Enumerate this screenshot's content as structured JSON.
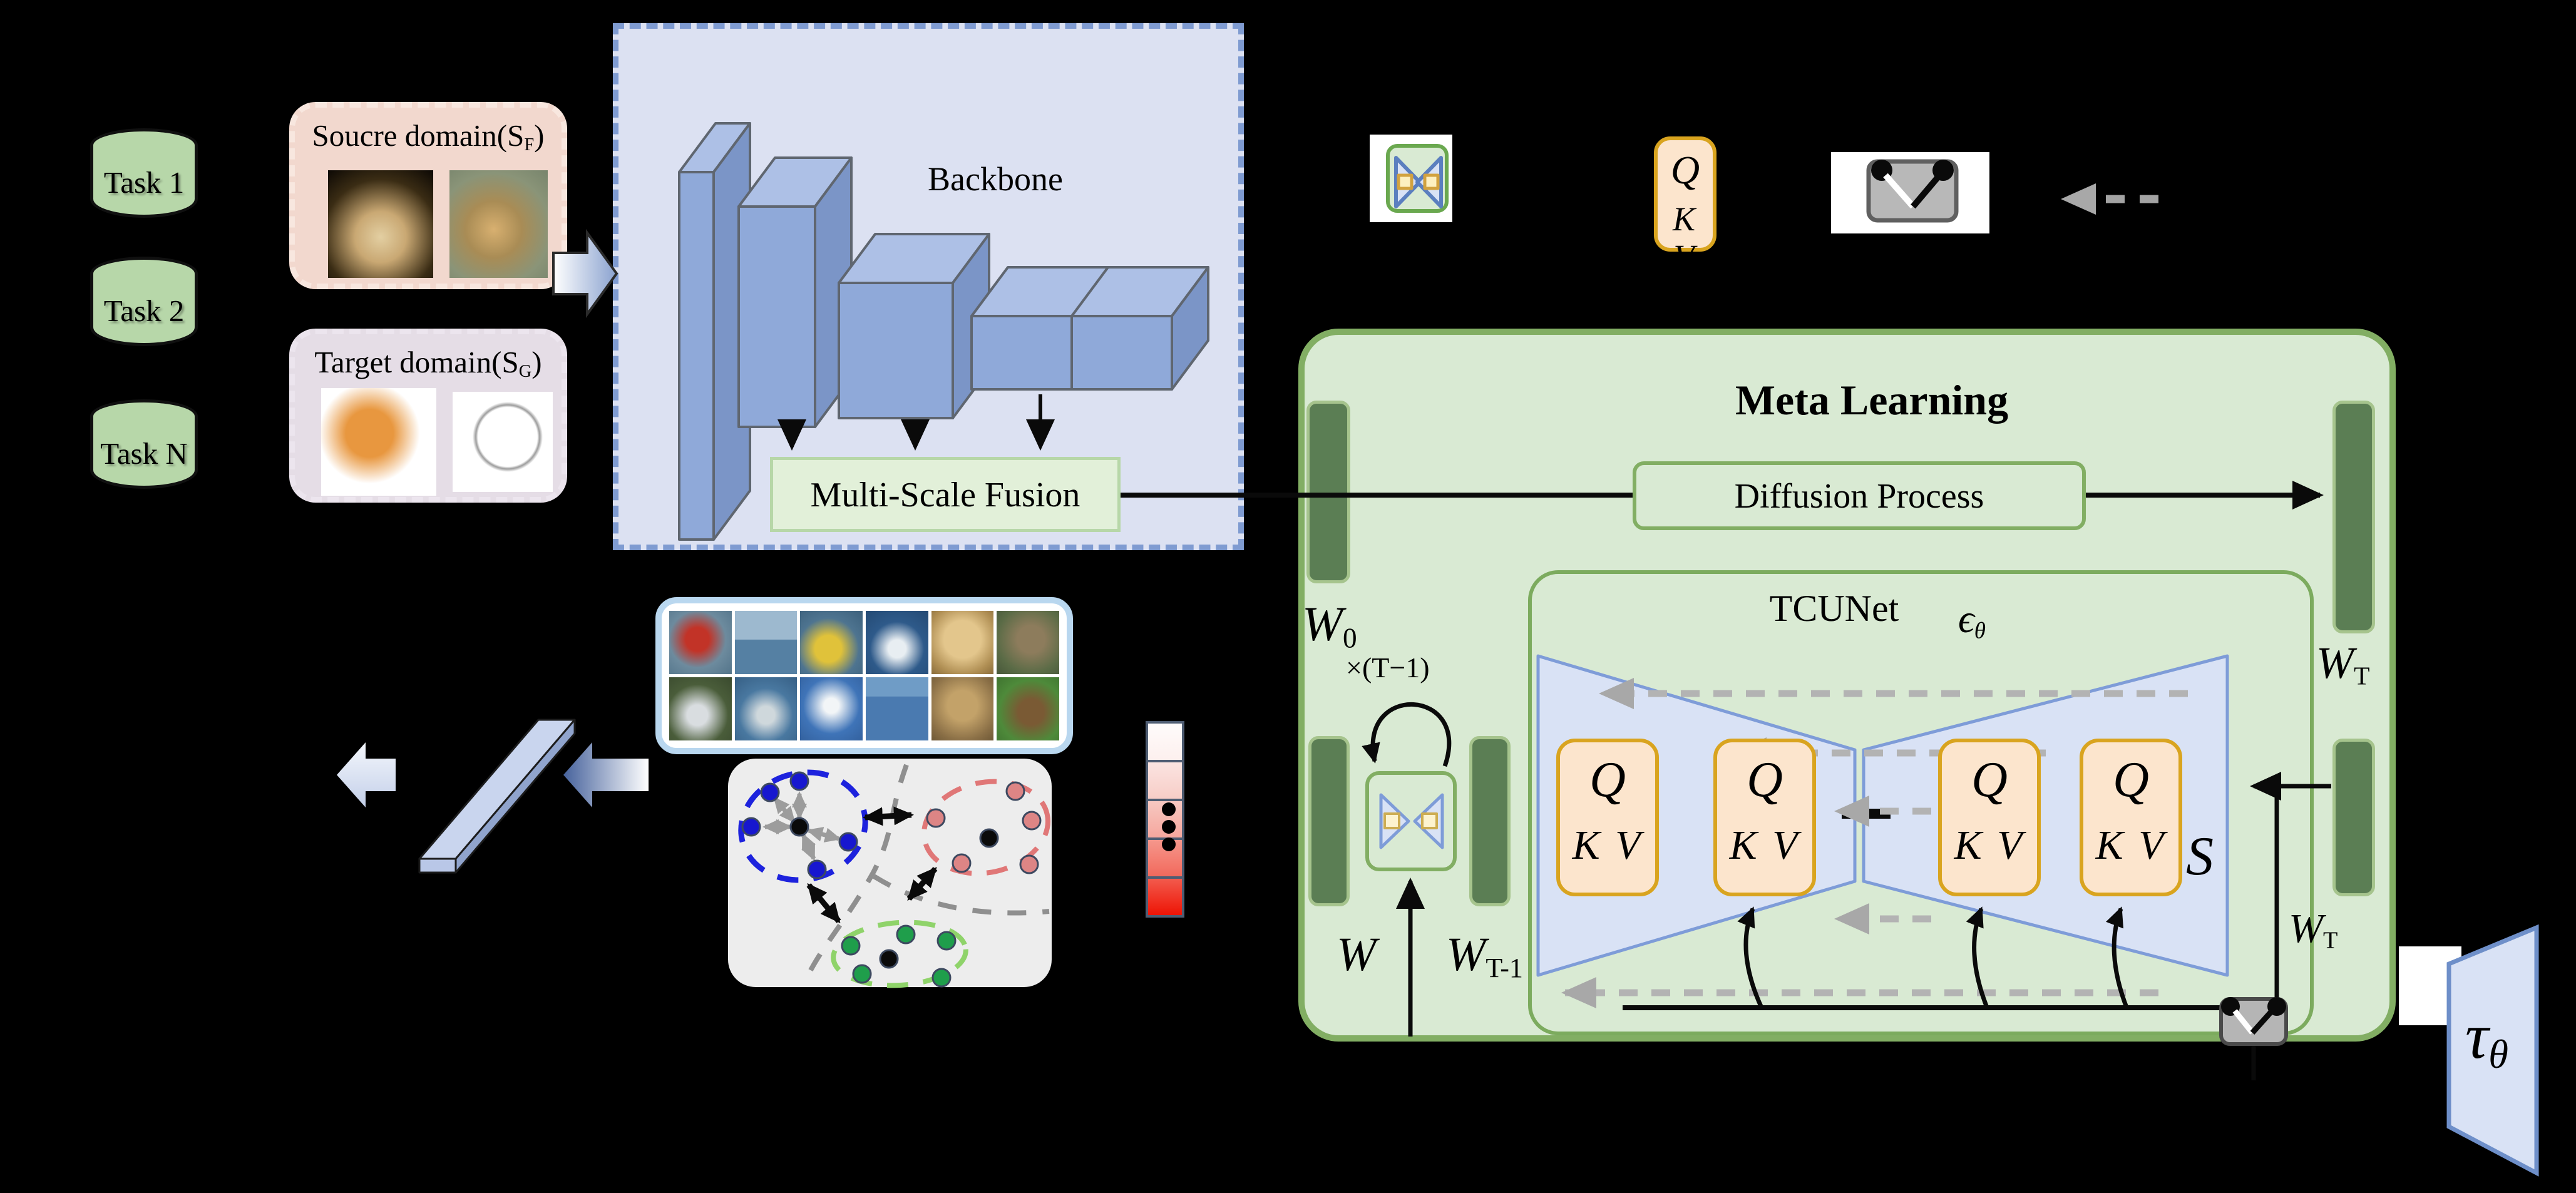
{
  "tasks": [
    {
      "label": "Task 1"
    },
    {
      "label": "Task 2"
    },
    {
      "label": "Task N"
    }
  ],
  "source_domain": {
    "title": "Soucre domain(S",
    "title_sub": "F",
    "title_close": ")",
    "images": [
      "dog-photo",
      "dog-painting"
    ]
  },
  "target_domain": {
    "title": "Target domain(S",
    "title_sub": "G",
    "title_close": ")",
    "images": [
      "cartoon-dog",
      "sketch-dog"
    ]
  },
  "backbone": {
    "label": "Backbone",
    "fusion_label": "Multi-Scale Fusion"
  },
  "legend": {
    "icons": [
      "denoiser-icon",
      "attention-qkv-icon",
      "switch-icon",
      "dashed-arrow-icon"
    ]
  },
  "meta": {
    "title": "Meta Learning",
    "diffusion_label": "Diffusion Process",
    "tcunet_label": "TCUNet",
    "epsilon": "ϵ",
    "epsilon_sub": "θ"
  },
  "attention": {
    "q": "Q",
    "kv": "K V"
  },
  "weights": {
    "w": "W",
    "w0_sub": "0",
    "repeat_label": "×(T−1)",
    "wT_sub": "T",
    "wTm1_sub": "T-1",
    "condition_label": "S"
  },
  "tau": {
    "symbol": "τ",
    "sub": "θ"
  },
  "colorbar": {
    "colors": [
      "#fdf3f2",
      "#f8d7d2",
      "#f5b6af",
      "#f3857b",
      "#ef2d20"
    ]
  },
  "sample_grid": {
    "rows": 2,
    "cols": 6,
    "images": [
      "sailboat-red",
      "catamaran",
      "yellow-raft",
      "cruise-ship",
      "golden-retriever",
      "wolf",
      "plane-in-trees",
      "boat-people",
      "satellite",
      "space-shuttle",
      "coyote",
      "puppy-grass"
    ]
  },
  "scatter": {
    "clusters": [
      {
        "name": "blue-cluster",
        "color": "#1717cf"
      },
      {
        "name": "pink-cluster",
        "color": "#dd8585"
      },
      {
        "name": "green-cluster",
        "color": "#1f9e4b"
      }
    ]
  }
}
